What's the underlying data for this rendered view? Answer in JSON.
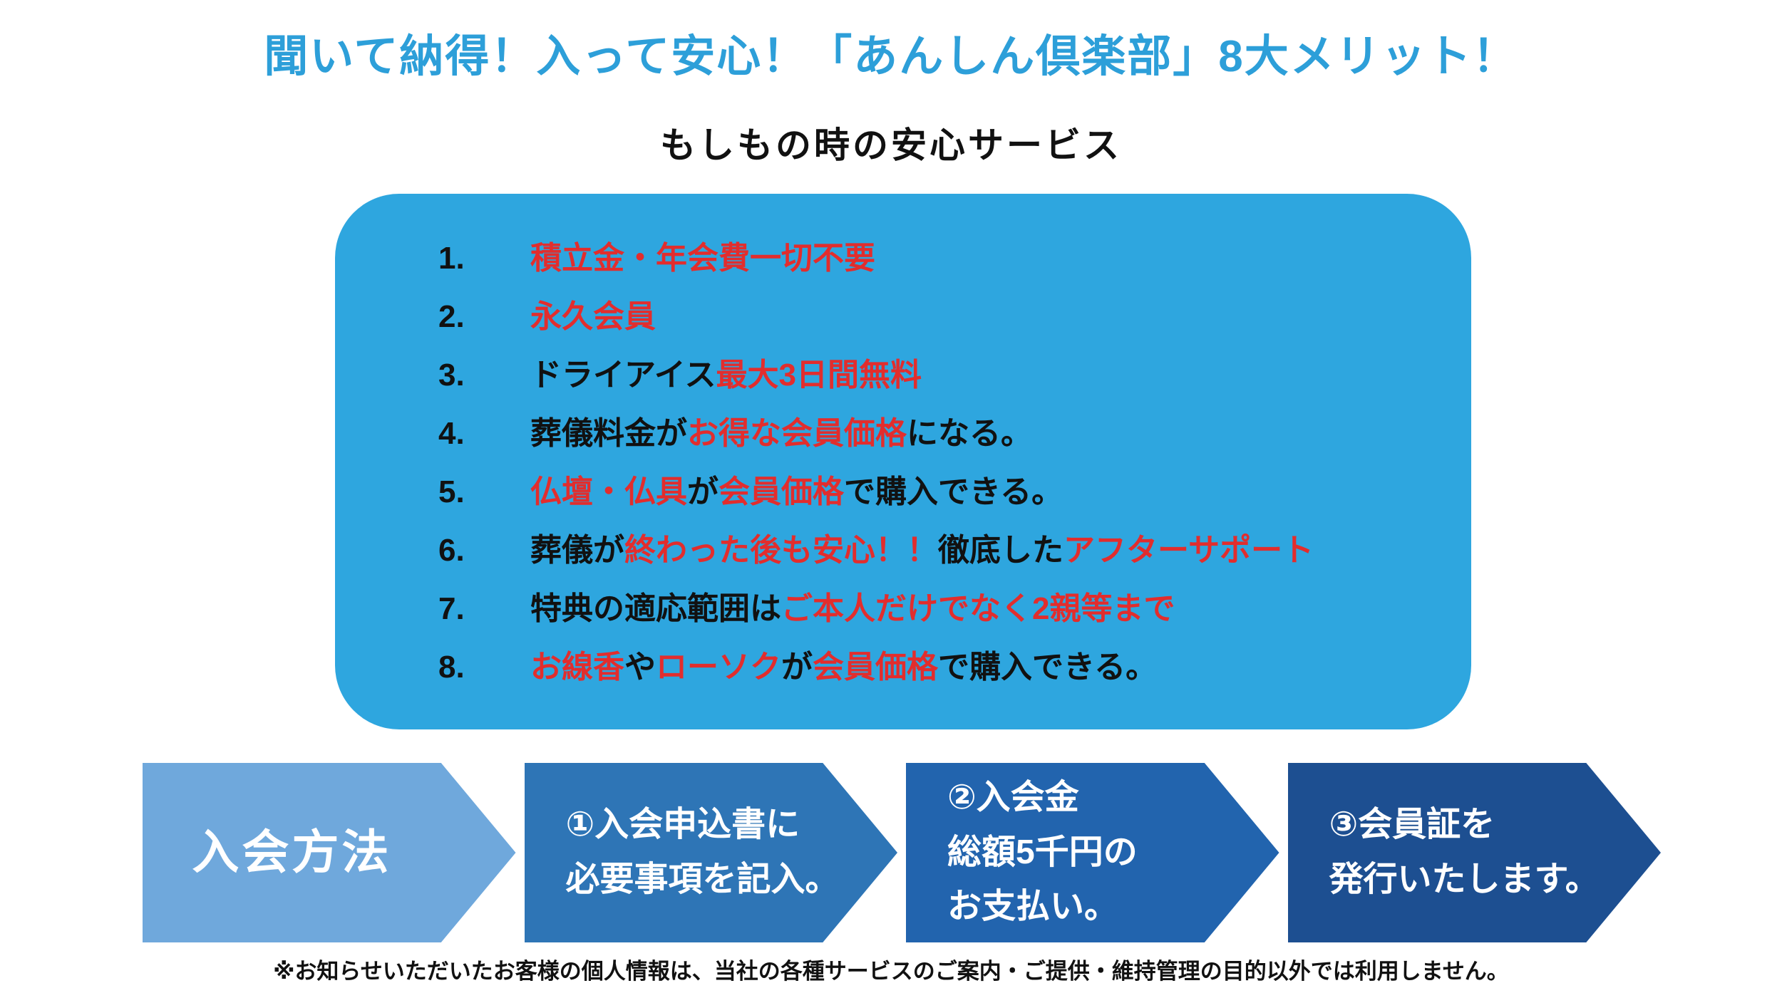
{
  "header": {
    "title": "聞いて納得！入って安心！「あんしん倶楽部」8大メリット！",
    "subtitle": "もしもの時の安心サービス"
  },
  "benefits": {
    "items": [
      {
        "number": "1.",
        "segments": [
          {
            "text": "積立金・年会費一切不要",
            "emphasis": true
          }
        ]
      },
      {
        "number": "2.",
        "segments": [
          {
            "text": "永久会員",
            "emphasis": true
          }
        ]
      },
      {
        "number": "3.",
        "segments": [
          {
            "text": "ドライアイス",
            "emphasis": false
          },
          {
            "text": "最大3日間無料",
            "emphasis": true
          }
        ]
      },
      {
        "number": "4.",
        "segments": [
          {
            "text": "葬儀料金が",
            "emphasis": false
          },
          {
            "text": "お得な会員価格",
            "emphasis": true
          },
          {
            "text": "になる。",
            "emphasis": false
          }
        ]
      },
      {
        "number": "5.",
        "segments": [
          {
            "text": "仏壇・仏具",
            "emphasis": true
          },
          {
            "text": "が",
            "emphasis": false
          },
          {
            "text": "会員価格",
            "emphasis": true
          },
          {
            "text": "で購入できる。",
            "emphasis": false
          }
        ]
      },
      {
        "number": "6.",
        "segments": [
          {
            "text": "葬儀が",
            "emphasis": false
          },
          {
            "text": "終わった後も安心！！",
            "emphasis": true
          },
          {
            "text": "徹底した",
            "emphasis": false
          },
          {
            "text": "アフターサポート",
            "emphasis": true
          }
        ]
      },
      {
        "number": "7.",
        "segments": [
          {
            "text": "特典の適応範囲は",
            "emphasis": false
          },
          {
            "text": "ご本人だけでなく2親等まで",
            "emphasis": true
          }
        ]
      },
      {
        "number": "8.",
        "segments": [
          {
            "text": "お線香",
            "emphasis": true
          },
          {
            "text": "や",
            "emphasis": false
          },
          {
            "text": "ローソク",
            "emphasis": true
          },
          {
            "text": "が",
            "emphasis": false
          },
          {
            "text": "会員価格",
            "emphasis": true
          },
          {
            "text": "で購入できる。",
            "emphasis": false
          }
        ]
      }
    ]
  },
  "flow": {
    "steps": [
      {
        "lines": [
          "入会方法"
        ]
      },
      {
        "lines": [
          "①入会申込書に",
          "必要事項を記入。"
        ]
      },
      {
        "lines": [
          "②入会金",
          "総額5千円の",
          "お支払い。"
        ]
      },
      {
        "lines": [
          "③会員証を",
          "発行いたします。"
        ]
      }
    ]
  },
  "footer": {
    "note": "※お知らせいただいたお客様の個人情報は、当社の各種サービスのご案内・ご提供・維持管理の目的以外では利用しません。"
  },
  "colors": {
    "title_blue": "#2D9FD9",
    "panel_blue": "#2EA6DF",
    "emphasis_red": "#E22D2D",
    "arrow_step0": "#6FA8DC",
    "arrow_step1": "#2E75B6",
    "arrow_step2": "#2264AE",
    "arrow_step3": "#1D4F91",
    "text_black": "#111111",
    "arrow_text": "#FFFFFF"
  }
}
